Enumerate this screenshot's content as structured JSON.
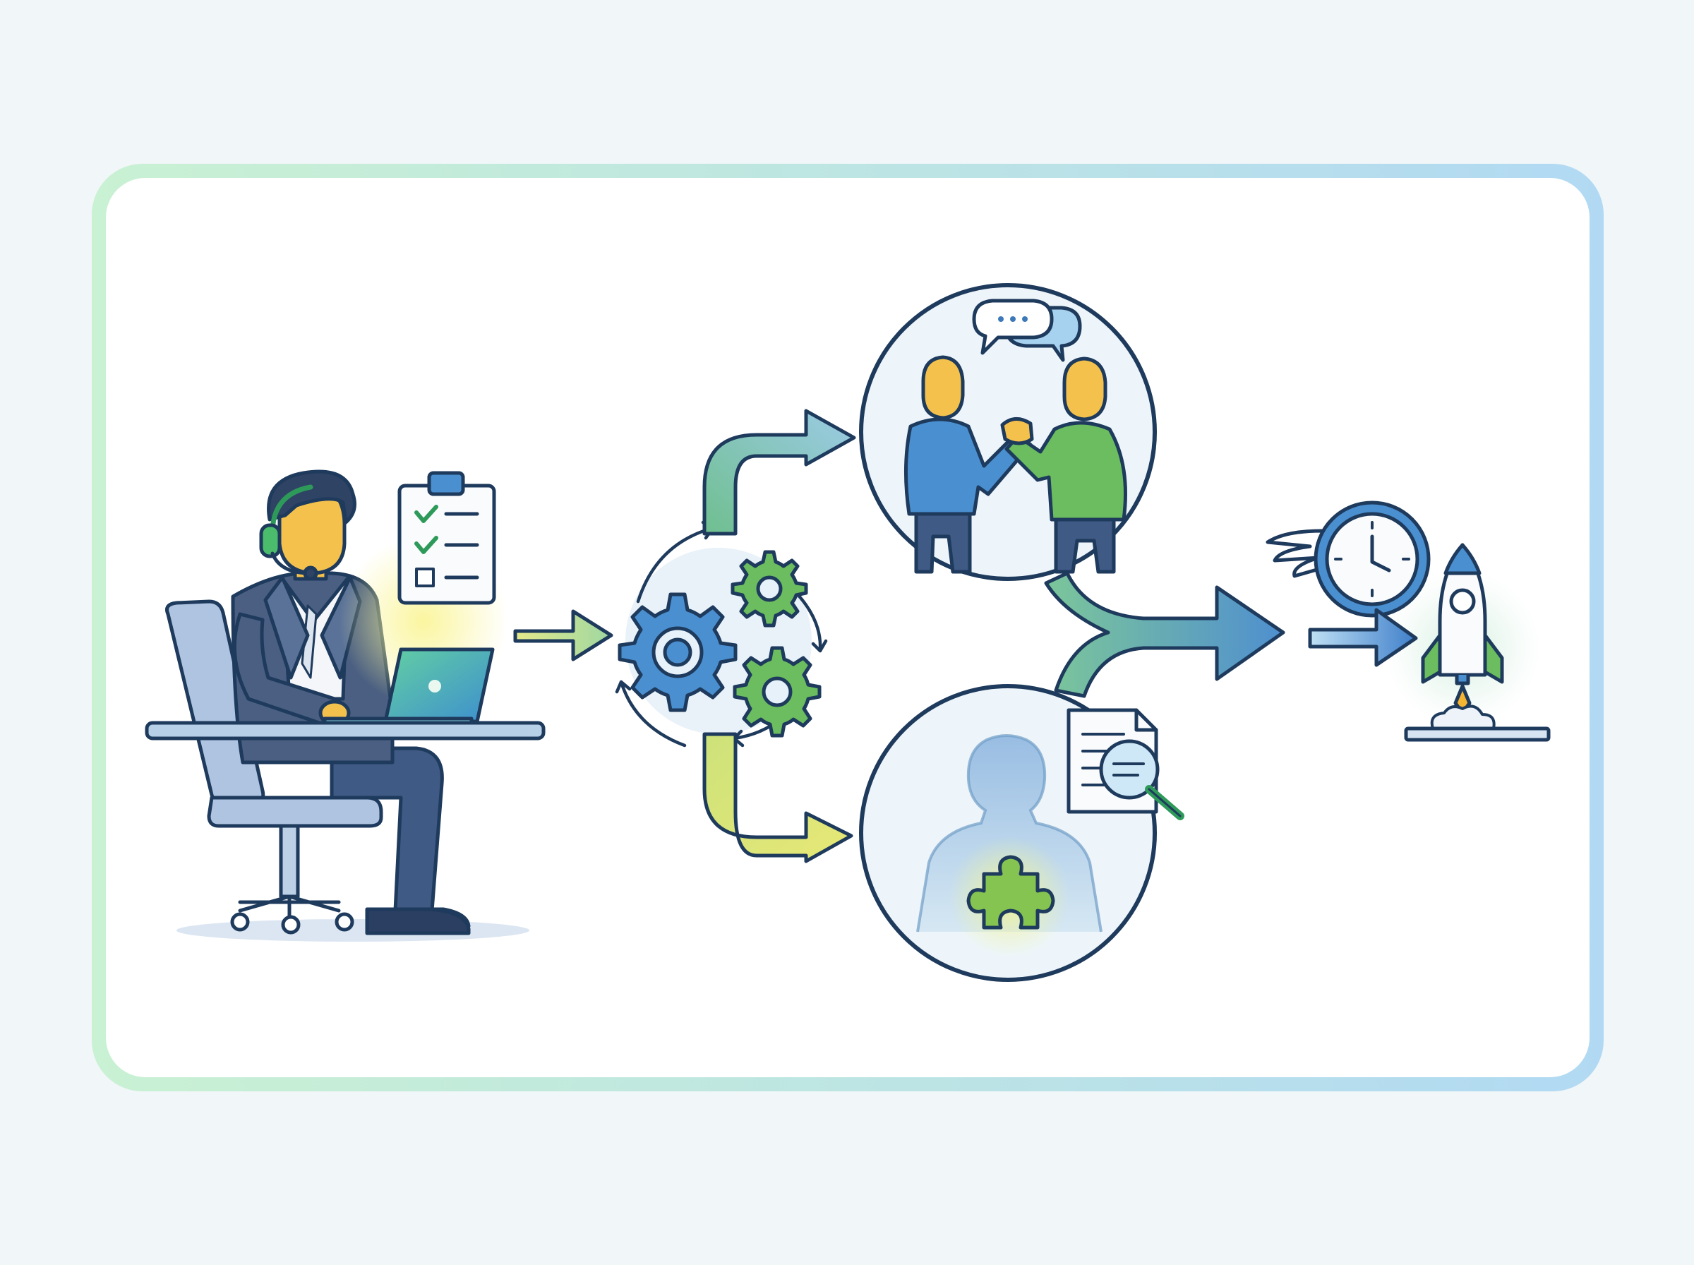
{
  "diagram": {
    "texts": [],
    "nodes": [
      {
        "id": "agent-at-desk",
        "icon": "person-headset-laptop-icon"
      },
      {
        "id": "process-gears",
        "icon": "gears-cycle-icon"
      },
      {
        "id": "collaboration",
        "icon": "handshake-people-icon"
      },
      {
        "id": "analysis",
        "icon": "person-puzzle-document-search-icon"
      },
      {
        "id": "fast-launch",
        "icon": "winged-clock-rocket-icon"
      }
    ],
    "edges": [
      {
        "from": "agent-at-desk",
        "to": "process-gears"
      },
      {
        "from": "process-gears",
        "to": "collaboration"
      },
      {
        "from": "process-gears",
        "to": "analysis"
      },
      {
        "from": "collaboration",
        "to": "fast-launch"
      },
      {
        "from": "analysis",
        "to": "fast-launch"
      }
    ]
  },
  "colors": {
    "outline": "#1e3a5c",
    "primary_blue": "#4a8fd0",
    "accent_green": "#5cb85c",
    "accent_yellow": "#dde36b",
    "skin": "#f4c24c",
    "frame_green": "#bfeccc",
    "frame_blue": "#a6d6ef",
    "background": "#f1f6f8"
  }
}
